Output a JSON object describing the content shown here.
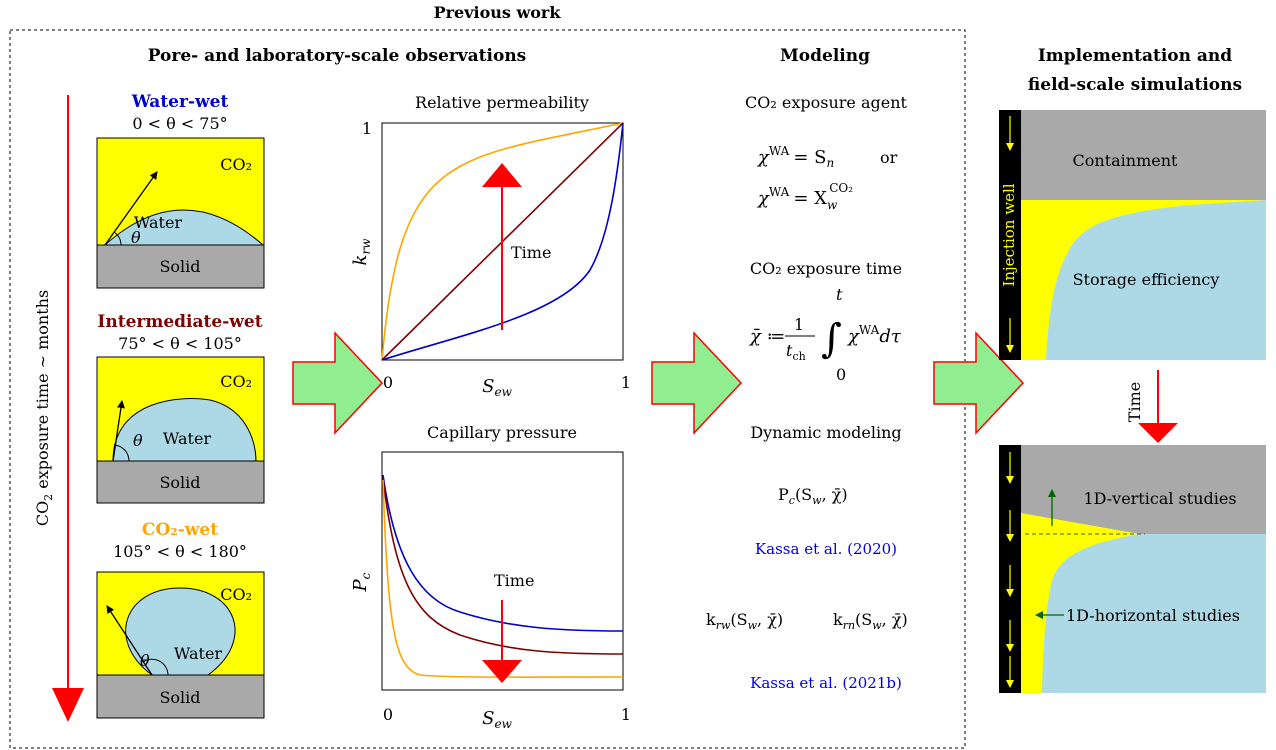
{
  "header": {
    "previous_work": "Previous work",
    "pore_lab": "Pore- and laboratory-scale observations",
    "modeling": "Modeling",
    "impl_line1": "Implementation and",
    "impl_line2": "field-scale simulations"
  },
  "time_axis": {
    "label_prefix": "CO",
    "label_sub": "2",
    "label_suffix": " exposure time ∼ months"
  },
  "panels": [
    {
      "title": "Water-wet",
      "range": "0 < θ < 75°",
      "co2": "CO₂",
      "water": "Water",
      "solid": "Solid",
      "angle": "θ"
    },
    {
      "title": "Intermediate-wet",
      "range": "75° < θ < 105°",
      "co2": "CO₂",
      "water": "Water",
      "solid": "Solid",
      "angle": "θ"
    },
    {
      "title": "CO₂-wet",
      "range": "105° < θ < 180°",
      "co2": "CO₂",
      "water": "Water",
      "solid": "Solid",
      "angle": "θ"
    }
  ],
  "colors": {
    "co2_yellow": "#ffff00",
    "water_blue": "#add8e6",
    "solid_gray": "#a9a9a9",
    "water_wet": "#0000cc",
    "intermediate_wet": "#800000",
    "co2_wet": "#ffa500",
    "arrow_red": "#ff0000",
    "arrow_green": "#90ee90"
  },
  "relperm": {
    "title": "Relative permeability",
    "ylabel": "k",
    "ylabel_sub": "rw",
    "xlabel": "S",
    "xlabel_sub": "ew",
    "ytick_top": "1",
    "xtick_left": "0",
    "xtick_right": "1",
    "time_label": "Time"
  },
  "capillary": {
    "title": "Capillary pressure",
    "ylabel": "P",
    "ylabel_sub": "c",
    "xlabel": "S",
    "xlabel_sub": "ew",
    "xtick_left": "0",
    "xtick_right": "1",
    "time_label": "Time"
  },
  "modeling": {
    "agent_title": "CO₂ exposure agent",
    "eq1_lhs": "χ",
    "eq1_sup": "WA",
    "eq1_rhs": "= S",
    "eq1_rhs_sub": "n",
    "or": "or",
    "eq2_lhs": "χ",
    "eq2_sup": "WA",
    "eq2_rhs": "= X",
    "eq2_rhs_sub": "w",
    "eq2_rhs_sup": "CO₂",
    "time_title": "CO₂ exposure time",
    "integral_lhs": "χ̄ ≔",
    "integral_num": "1",
    "integral_den": "t",
    "integral_den_sub": "ch",
    "integral_upper": "t",
    "integral_lower": "0",
    "integrand": "χ",
    "integrand_sup": "WA",
    "integrand_end": "dτ",
    "dynamic_title": "Dynamic modeling",
    "pc_func": "P",
    "pc_func_sub": "c",
    "pc_args": "(S",
    "pc_args_sub": "w",
    "pc_args_end": ", χ̄)",
    "ref1": "Kassa et al. (2020)",
    "krw": "k",
    "krw_sub": "rw",
    "krw_args": "(S",
    "krw_args_sub": "w",
    "krw_args_end": ", χ̄)",
    "krn": "k",
    "krn_sub": "rn",
    "krn_args": "(S",
    "krn_args_sub": "w",
    "krn_args_end": ", χ̄)",
    "ref2": "Kassa et al. (2021b)"
  },
  "field": {
    "containment": "Containment",
    "storage_efficiency": "Storage efficiency",
    "injection_well": "Injection well",
    "time_label": "Time",
    "vertical": "1D-vertical studies",
    "horizontal": "1D-horizontal studies"
  }
}
